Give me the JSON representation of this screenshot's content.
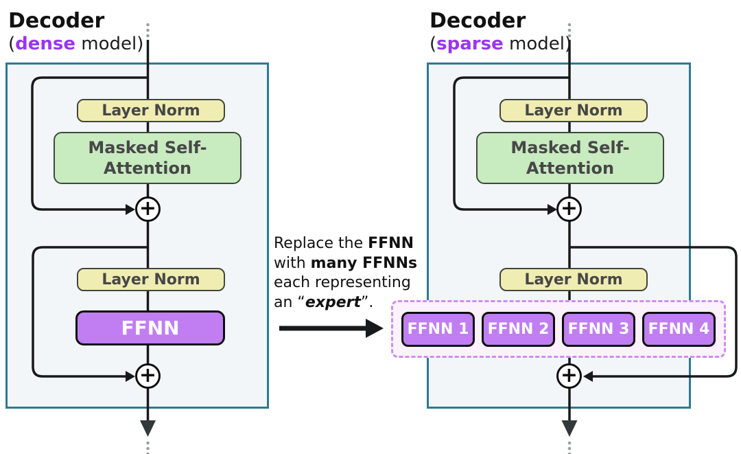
{
  "diagram": {
    "left": {
      "title": "Decoder",
      "subtitle_prefix": "(",
      "subtitle_accent": "dense",
      "subtitle_suffix": " model)",
      "layer_norm_1": "Layer Norm",
      "attention": "Masked Self-Attention",
      "layer_norm_2": "Layer Norm",
      "ffnn": "FFNN"
    },
    "right": {
      "title": "Decoder",
      "subtitle_prefix": "(",
      "subtitle_accent": "sparse",
      "subtitle_suffix": " model)",
      "layer_norm_1": "Layer Norm",
      "attention": "Masked Self-Attention",
      "layer_norm_2": "Layer Norm",
      "experts": [
        "FFNN 1",
        "FFNN 2",
        "FFNN 3",
        "FFNN 4"
      ]
    },
    "annotation": {
      "line1_text": "Replace the ",
      "line1_bold": "FFNN",
      "line2_text": "with ",
      "line2_bold": "many FFNNs",
      "line3_text": "each representing",
      "line4_text": "an “",
      "line4_bold_italic": "expert",
      "line4_suffix": "”."
    },
    "icons": {
      "residual_add": "+"
    },
    "colors": {
      "panel_border": "#2d7a91",
      "panel_fill": "#f2f6f8",
      "layer_norm_fill": "#f0edb2",
      "attention_fill": "#c8ebc0",
      "ffnn_fill": "#c07ef2",
      "expert_container_fill": "#fcf2fd",
      "expert_container_border": "#cd8cf0",
      "accent_text": "#9a35f0",
      "line": "#17191a",
      "dots": "#9aa0a3",
      "box_text": "#474747"
    }
  }
}
